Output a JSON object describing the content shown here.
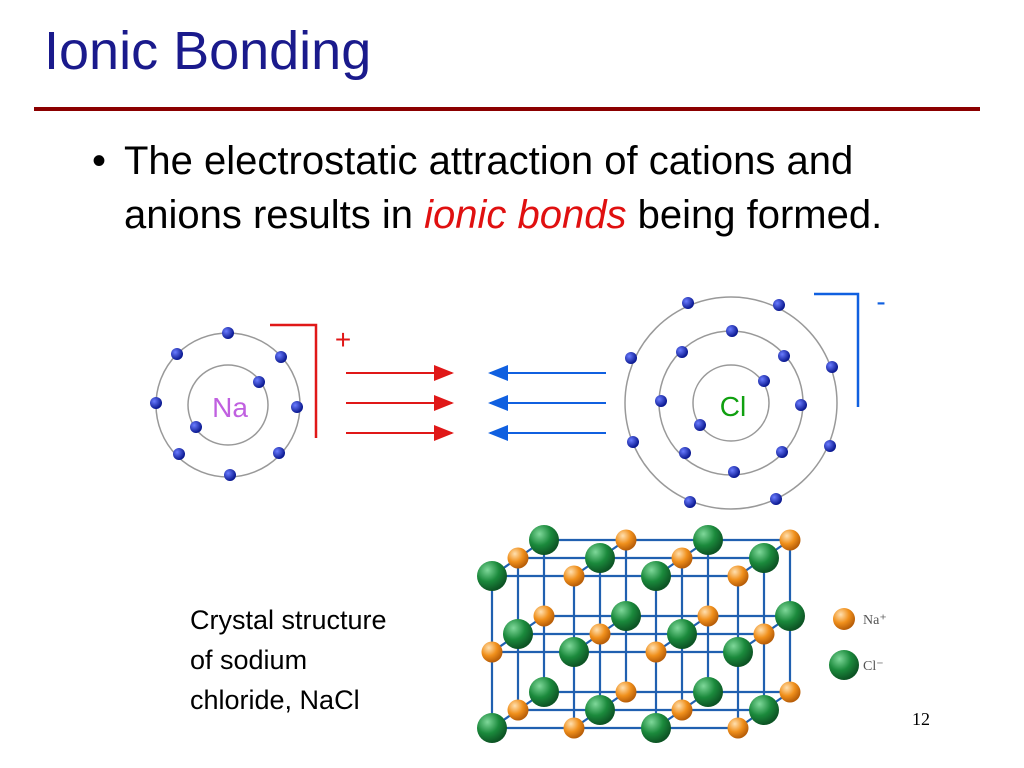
{
  "slide": {
    "title": "Ionic Bonding",
    "bullet": {
      "symbol": "•",
      "line1": "The electrostatic attraction of cations and",
      "line2_before": "anions results in ",
      "line2_emphasis": "ionic bonds",
      "line2_after": " being formed."
    },
    "atoms": {
      "left_symbol": "Na",
      "left_charge": "+",
      "right_symbol": "Cl",
      "right_charge": "-",
      "colors": {
        "na_label": "#c060e0",
        "cl_label": "#10a010",
        "electron": "#1020c0",
        "plus_bracket": "#e01818",
        "minus_bracket": "#1060e0",
        "arrow_right": "#e01818",
        "arrow_left": "#1060e0"
      }
    },
    "caption": {
      "line1": "Crystal structure",
      "line2": "of sodium",
      "line3": "chloride, NaCl"
    },
    "crystal_legend": {
      "na": "Na⁺",
      "cl": "Cl⁻",
      "colors": {
        "na": "#f0901c",
        "cl": "#1b8a3c",
        "lattice": "#2060b0"
      }
    },
    "page_number": "12"
  }
}
